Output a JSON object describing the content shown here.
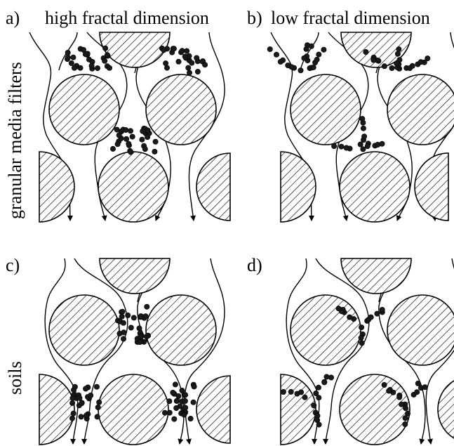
{
  "figure": {
    "panel_a": {
      "letter": "a)",
      "title": "high fractal dimension"
    },
    "panel_b": {
      "letter": "b)",
      "title": "low fractal dimension"
    },
    "panel_c": {
      "letter": "c)"
    },
    "panel_d": {
      "letter": "d)"
    },
    "row_label_top": "granular media filters",
    "row_label_bottom": "soils"
  }
}
